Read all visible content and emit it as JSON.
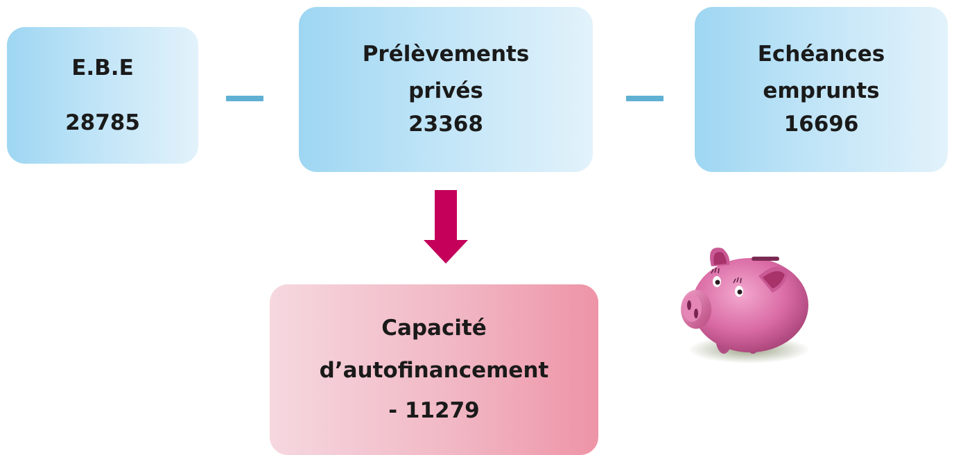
{
  "ebe": {
    "label": "E.B.E",
    "value": "28785"
  },
  "prelevements": {
    "label_line1": "Prélèvements",
    "label_line2": "privés",
    "value": "23368"
  },
  "echeances": {
    "label_line1": "Echéances",
    "label_line2": "emprunts",
    "value": "16696"
  },
  "caf": {
    "label_line1": "Capacité",
    "label_line2": "d’autofinancement",
    "value": "- 11279"
  },
  "colors": {
    "box_blue": "#bfe4f7",
    "box_pink": "#f1b8c5",
    "minus_sign": "#5fb0d3",
    "arrow": "#c4005a",
    "piggy": "#d3689f"
  },
  "icons": {
    "arrow": "arrow-down-icon",
    "piggy": "piggy-bank-icon"
  }
}
